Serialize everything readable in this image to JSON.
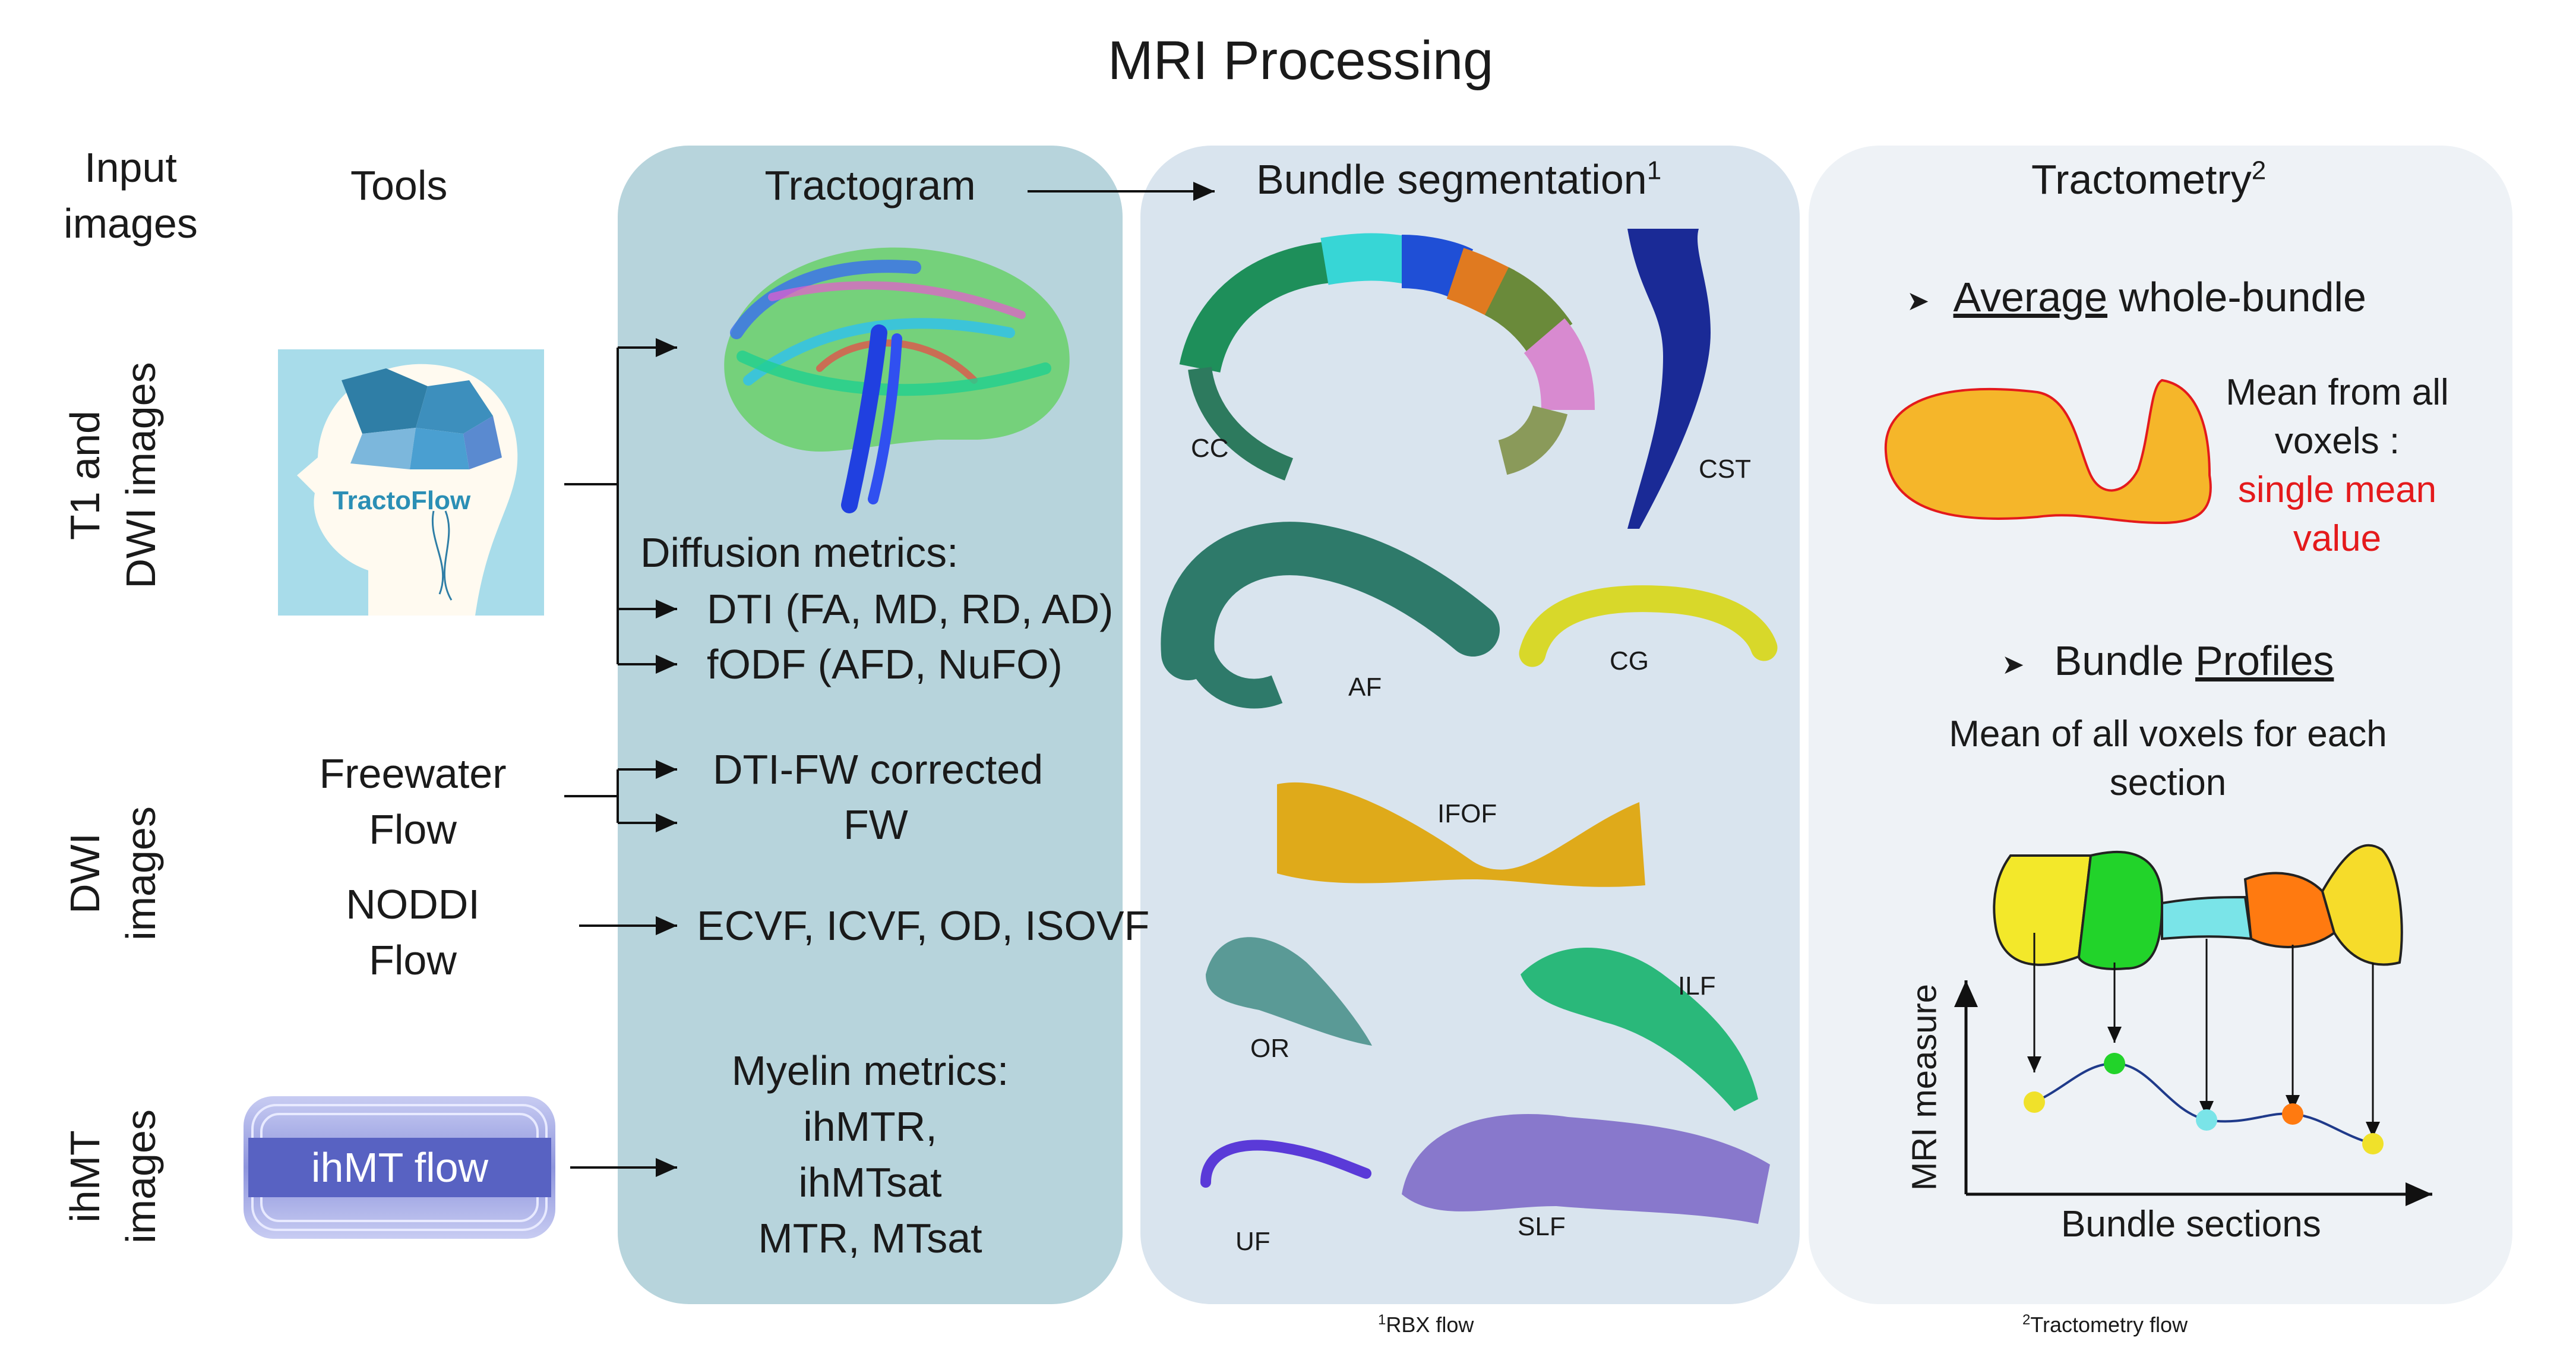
{
  "title": "MRI Processing",
  "columns": {
    "input_line1": "Input",
    "input_line2": "images",
    "tools": "Tools"
  },
  "rows": {
    "t1_line1": "T1 and",
    "t1_line2": "DWI images",
    "dwi_line1": "DWI",
    "dwi_line2": "images",
    "ihmt_line1": "ihMT",
    "ihmt_line2": "images"
  },
  "tools": {
    "tractoflow_logo": "TractoFlow",
    "freewater_line1": "Freewater",
    "freewater_line2": "Flow",
    "noddi_line1": "NODDI",
    "noddi_line2": "Flow",
    "ihmt_flow": "ihMT flow"
  },
  "tractogram": {
    "title": "Tractogram",
    "diffusion_heading": "Diffusion metrics:",
    "dti": "DTI (FA, MD, RD, AD)",
    "fodf": "fODF (AFD, NuFO)",
    "dtifw": "DTI-FW corrected",
    "fw": "FW",
    "noddi_metrics": "ECVF, ICVF, OD, ISOVF",
    "myelin_heading": "Myelin metrics:",
    "myelin_1": "ihMTR,",
    "myelin_2": "ihMTsat",
    "myelin_3": "MTR, MTsat"
  },
  "bundle": {
    "title": "Bundle segmentation",
    "title_sup": "1",
    "labels": {
      "cc": "CC",
      "cst": "CST",
      "af": "AF",
      "cg": "CG",
      "ifof": "IFOF",
      "or": "OR",
      "ilf": "ILF",
      "uf": "UF",
      "slf": "SLF"
    },
    "footnote_sup": "1",
    "footnote": "RBX flow"
  },
  "tractometry": {
    "title": "Tractometry",
    "title_sup": "2",
    "bullet": "➤",
    "average_keyword": "Average",
    "average_rest": " whole-bundle",
    "mean_line1": "Mean from all",
    "mean_line2": "voxels :",
    "mean_line3": "single mean",
    "mean_line4": "value",
    "profiles_prefix": "Bundle ",
    "profiles_keyword": "Profiles",
    "profile_line1": "Mean of all voxels for each",
    "profile_line2": "section",
    "ylabel": "MRI measure",
    "xlabel": "Bundle sections",
    "footnote_sup": "2",
    "footnote": "Tractometry flow"
  },
  "colors": {
    "panel_tractogram": "#b7d4dc",
    "panel_bundle": "#d9e4ee",
    "panel_tractometry": "#eef2f6",
    "accent_red": "#e41a1c",
    "ihmt_box": "#6a73c9",
    "tractoflow_bg": "#a8dcea",
    "tractoflow_text": "#2b8fb5"
  }
}
